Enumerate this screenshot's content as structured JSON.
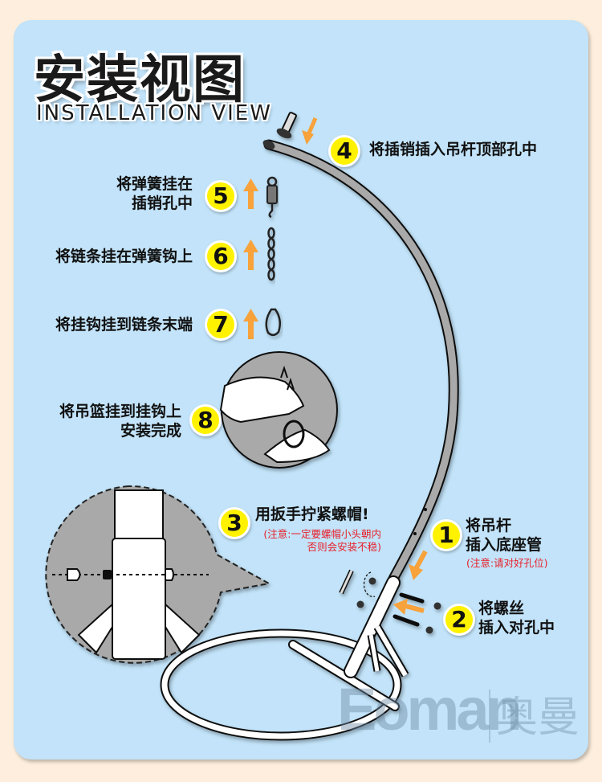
{
  "header": {
    "title_cn": "安装视图",
    "title_en": "INSTALLATION VIEW"
  },
  "steps": [
    {
      "number": "1",
      "text_line1": "将吊杆",
      "text_line2": "插入底座管",
      "note": "(注意:请对好孔位)"
    },
    {
      "number": "2",
      "text_line1": "将螺丝",
      "text_line2": "插入对孔中"
    },
    {
      "number": "3",
      "text_line1": "用扳手拧紧螺帽!",
      "note_line1": "(注意:一定要螺帽小头朝内",
      "note_line2": "否则会安装不稳)"
    },
    {
      "number": "4",
      "text_line1": "将插销插入吊杆顶部孔中"
    },
    {
      "number": "5",
      "text_line1": "将弹簧挂在",
      "text_line2": "插销孔中"
    },
    {
      "number": "6",
      "text_line1": "将链条挂在弹簧钩上"
    },
    {
      "number": "7",
      "text_line1": "将挂钩挂到链条末端"
    },
    {
      "number": "8",
      "text_line1": "将吊篮挂到挂钩上",
      "text_line2": "安装完成"
    }
  ],
  "watermark": {
    "brand_en": "Eoman",
    "brand_cn": "奥曼"
  },
  "colors": {
    "page_bg": "#fdeedd",
    "panel_bg": "#c2e3f9",
    "badge_yellow": "#fff200",
    "arrow_orange": "#f7a23b",
    "note_red": "#e8202a",
    "pole_gray": "#a9a9a9"
  }
}
